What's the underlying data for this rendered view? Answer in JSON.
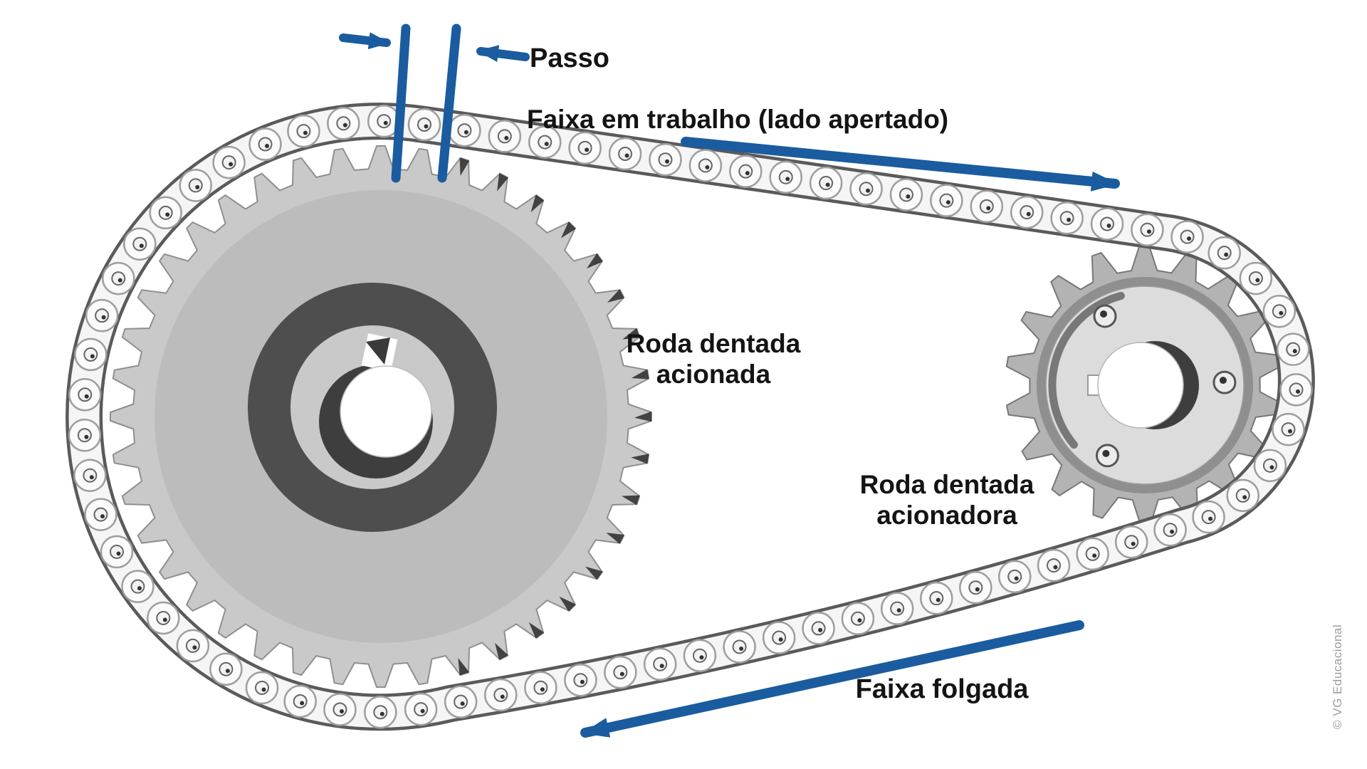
{
  "diagram": {
    "type": "chain-drive",
    "driven_sprocket_teeth": 40,
    "driving_sprocket_teeth": 18
  },
  "labels": {
    "pitch": "Passo",
    "tight_side": "Faixa em trabalho (lado apertado)",
    "driven_line1": "Roda dentada",
    "driven_line2": "acionada",
    "driving_line1": "Roda dentada",
    "driving_line2": "acionadora",
    "slack_side": "Faixa folgada",
    "credit": "© VG Educacional"
  },
  "colors": {
    "annotation_blue": "#1a5c9f",
    "label_text": "#141414",
    "credit_gray": "#9b9b9b",
    "sprocket_body": "#c9c9c9",
    "sprocket_face": "#bcbcbc",
    "small_sprocket_body": "#b3b3b3",
    "small_sprocket_shadow_ring": "#8f8f8f",
    "hub_dark_ring": "#4e4e4e",
    "hub_inner_disc": "#c9c9c9",
    "hub_plate": "#dcdcdc",
    "tooth_tip_dark": "#2f2f2f",
    "chain_outline": "#5a5a5a",
    "chain_band": "#f5f5f5",
    "roller_fill": "#fbfbfb",
    "roller_ring": "#9e9e9e",
    "pin_dark": "#333333",
    "bore_shadow": "#3e3e3e",
    "background": "#ffffff"
  }
}
